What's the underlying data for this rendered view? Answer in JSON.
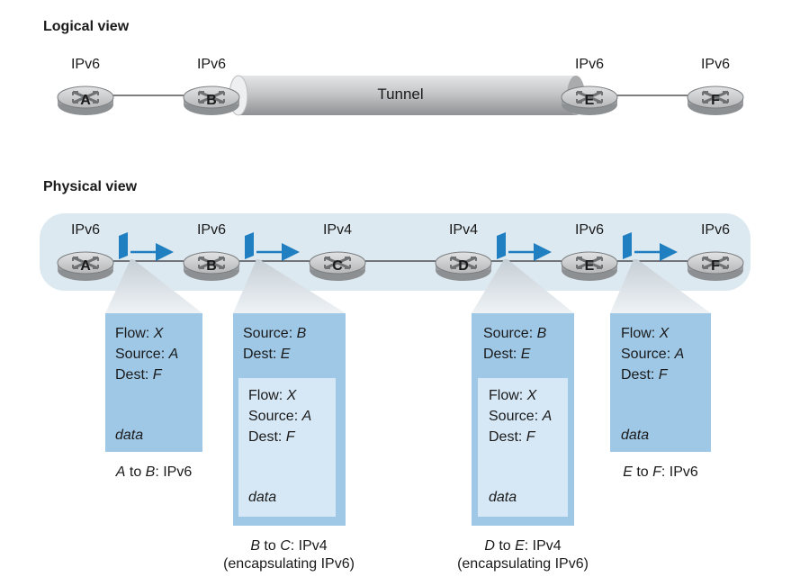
{
  "logical": {
    "title": "Logical view",
    "tunnel_label": "Tunnel",
    "routers": [
      {
        "label": "A",
        "proto": "IPv6"
      },
      {
        "label": "B",
        "proto": "IPv6"
      },
      {
        "label": "E",
        "proto": "IPv6"
      },
      {
        "label": "F",
        "proto": "IPv6"
      }
    ]
  },
  "physical": {
    "title": "Physical view",
    "routers": [
      {
        "label": "A",
        "proto": "IPv6"
      },
      {
        "label": "B",
        "proto": "IPv6"
      },
      {
        "label": "C",
        "proto": "IPv4"
      },
      {
        "label": "D",
        "proto": "IPv4"
      },
      {
        "label": "E",
        "proto": "IPv6"
      },
      {
        "label": "F",
        "proto": "IPv6"
      }
    ]
  },
  "packets": {
    "a_to_b": {
      "flow_key": "Flow: ",
      "flow_val": "X",
      "source_key": "Source: ",
      "source_val": "A",
      "dest_key": "Dest: ",
      "dest_val": "F",
      "data": "data",
      "caption_from": "A",
      "caption_mid": " to ",
      "caption_to": "B",
      "caption_rest": ": IPv6"
    },
    "b_to_c": {
      "outer_source_key": "Source: ",
      "outer_source_val": "B",
      "outer_dest_key": "Dest: ",
      "outer_dest_val": "E",
      "flow_key": "Flow: ",
      "flow_val": "X",
      "source_key": "Source: ",
      "source_val": "A",
      "dest_key": "Dest: ",
      "dest_val": "F",
      "data": "data",
      "caption_from": "B",
      "caption_mid": " to ",
      "caption_to": "C",
      "caption_rest": ": IPv4",
      "caption_line2": "(encapsulating IPv6)"
    },
    "d_to_e": {
      "outer_source_key": "Source: ",
      "outer_source_val": "B",
      "outer_dest_key": "Dest: ",
      "outer_dest_val": "E",
      "flow_key": "Flow: ",
      "flow_val": "X",
      "source_key": "Source: ",
      "source_val": "A",
      "dest_key": "Dest: ",
      "dest_val": "F",
      "data": "data",
      "caption_from": "D",
      "caption_mid": " to ",
      "caption_to": "E",
      "caption_rest": ": IPv4",
      "caption_line2": "(encapsulating IPv6)"
    },
    "e_to_f": {
      "flow_key": "Flow: ",
      "flow_val": "X",
      "source_key": "Source: ",
      "source_val": "A",
      "dest_key": "Dest: ",
      "dest_val": "F",
      "data": "data",
      "caption_from": "E",
      "caption_mid": " to ",
      "caption_to": "F",
      "caption_rest": ": IPv6"
    }
  },
  "colors": {
    "packet_outer": "#9fc7e6",
    "packet_inner": "#d6e8f6",
    "cloud": "#dde9f1",
    "arrow": "#1f7fc1",
    "router_body": "#bfc1c3",
    "tunnel": "#c2c4c6"
  }
}
